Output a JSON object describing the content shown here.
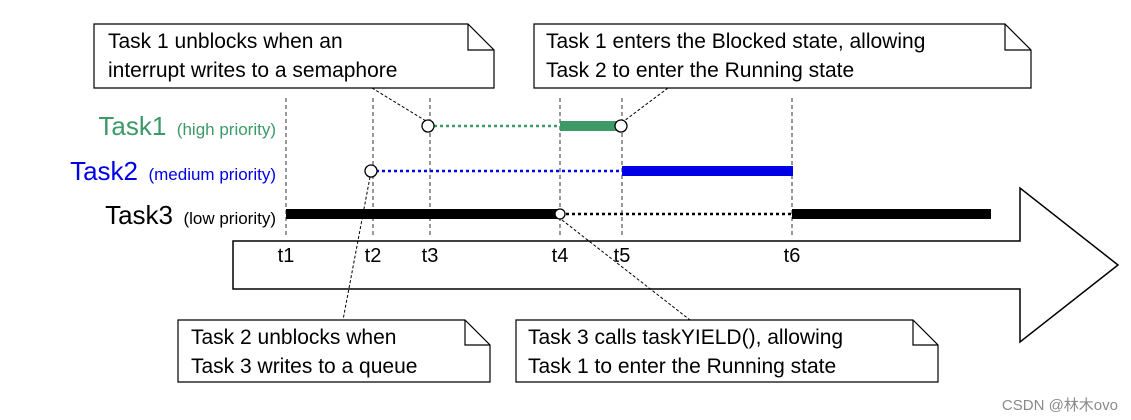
{
  "tasks": [
    {
      "name": "Task1",
      "priority": "(high priority)",
      "color": "#3c9a68"
    },
    {
      "name": "Task2",
      "priority": "(medium priority)",
      "color": "#0000e6"
    },
    {
      "name": "Task3",
      "priority": "(low priority)",
      "color": "#000000"
    }
  ],
  "time_marks": [
    "t1",
    "t2",
    "t3",
    "t4",
    "t5",
    "t6"
  ],
  "notes": {
    "top_left": {
      "line1": "Task 1 unblocks when an",
      "line2": "interrupt writes to a semaphore"
    },
    "top_right": {
      "line1": "Task 1 enters the Blocked state, allowing",
      "line2": "Task 2 to enter the Running state"
    },
    "bottom_left": {
      "line1": "Task 2 unblocks when",
      "line2": "Task 3 writes to a queue"
    },
    "bottom_right": {
      "line1": "Task 3 calls taskYIELD(), allowing",
      "line2": "Task 1 to enter the Running state"
    }
  },
  "watermark": "CSDN @林木ovo"
}
